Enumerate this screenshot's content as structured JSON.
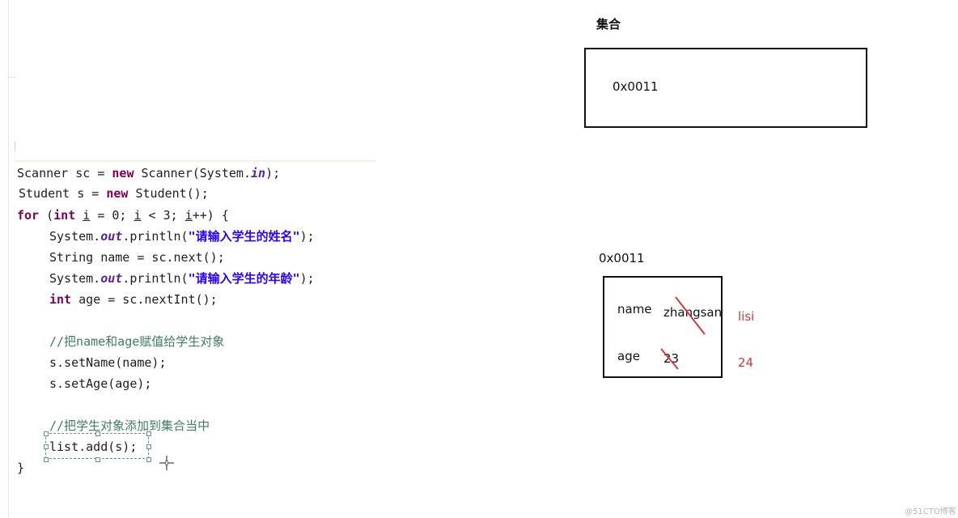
{
  "code": {
    "line1": {
      "pre": "Scanner sc = ",
      "kw": "new",
      "mid": " Scanner(System.",
      "field": "in",
      "post": ");"
    },
    "line2": {
      "pre": "Student s = ",
      "kw": "new",
      "post": " Student();"
    },
    "line3": {
      "kw_for": "for",
      "p1": " (",
      "kw_int": "int",
      "sp": " ",
      "v1": "i",
      "eq": " = 0; ",
      "v2": "i",
      "lt": " < 3; ",
      "v3": "i",
      "end": "++) {"
    },
    "line4": {
      "pre": "System.",
      "field": "out",
      "mid": ".println(",
      "str": "\"请输入学生的姓名\"",
      "post": ");"
    },
    "line5": {
      "text": "String name = sc.next();"
    },
    "line6": {
      "pre": "System.",
      "field": "out",
      "mid": ".println(",
      "str": "\"请输入学生的年龄\"",
      "post": ");"
    },
    "line7": {
      "kw": "int",
      "post": " age = sc.nextInt();"
    },
    "comment1": "//把name和age赋值给学生对象",
    "line8": "s.setName(name);",
    "line9": "s.setAge(age);",
    "comment2": "//把学生对象添加到集合当中",
    "line10": "list.add(s);",
    "close": "}"
  },
  "diagram": {
    "collection_label": "集合",
    "collection_address": "0x0011",
    "student_address": "0x0011",
    "name_key": "name",
    "name_old": "zhangsan",
    "name_new": "lisi",
    "age_key": "age",
    "age_old": "23",
    "age_new": "24"
  },
  "watermark": "@51CTO博客",
  "icons": [
    "crosshair-cursor-icon"
  ]
}
